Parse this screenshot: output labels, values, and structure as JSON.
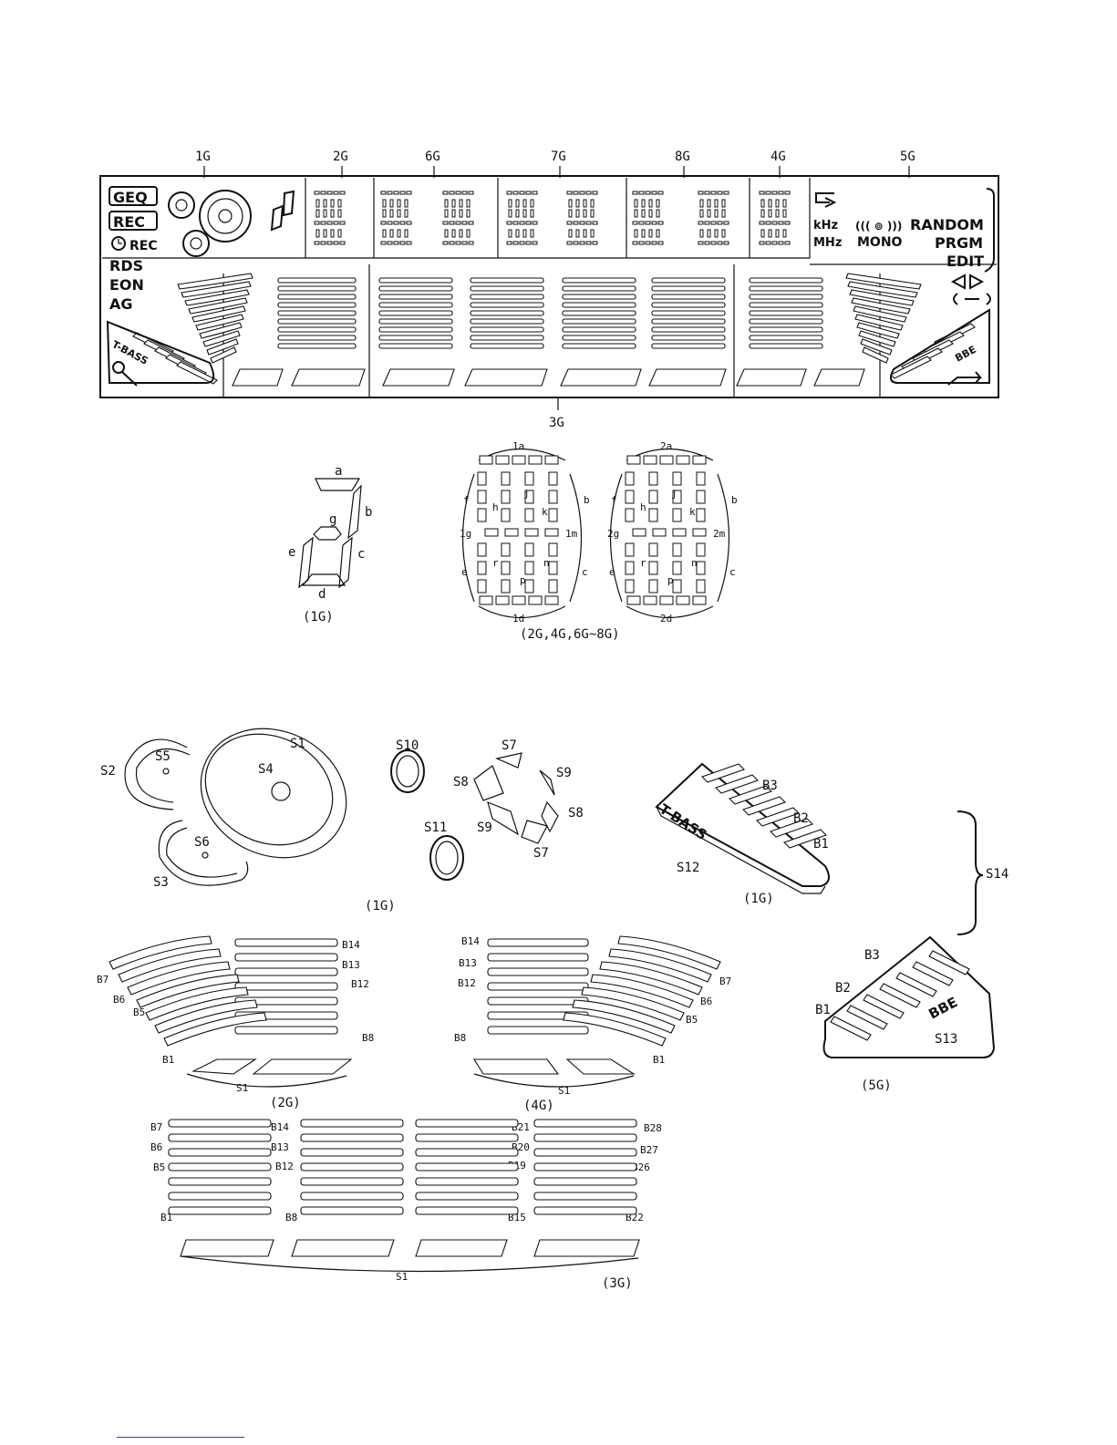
{
  "grid_labels": [
    "1G",
    "2G",
    "6G",
    "7G",
    "8G",
    "4G",
    "5G",
    "3G"
  ],
  "left_indicators": [
    "GEQ",
    "REC",
    "REC",
    "RDS",
    "EON",
    "AG"
  ],
  "tbass_label": "T-BASS",
  "bbe_label": "BBE",
  "right_indicators": {
    "khz": "kHz",
    "mhz": "MHz",
    "mono": "MONO",
    "random": "RANDOM",
    "prgm": "PRGM",
    "edit": "EDIT"
  },
  "seg_7": {
    "a": "a",
    "b": "b",
    "c": "c",
    "d": "d",
    "e": "e",
    "g": "g",
    "caption": "(1G)"
  },
  "seg_16_captions": {
    "caption": "(2G,4G,6G~8G)"
  },
  "seg_16_left": [
    "1a",
    "1d",
    "1g",
    "1m",
    "f",
    "b",
    "e",
    "c",
    "h",
    "j",
    "k",
    "r",
    "n",
    "p"
  ],
  "seg_16_right": [
    "2a",
    "2d",
    "2g",
    "2m",
    "f",
    "b",
    "e",
    "c",
    "h",
    "j",
    "k",
    "r",
    "n",
    "p"
  ],
  "speaker_labels": [
    "S1",
    "S2",
    "S3",
    "S4",
    "S5",
    "S6",
    "S10",
    "S11",
    "S7",
    "S8",
    "S9",
    "S8",
    "S9",
    "S7"
  ],
  "speaker_caption": "(1G)",
  "tbass_detail": {
    "labels": [
      "B3",
      "B2",
      "B1",
      "S12"
    ],
    "caption": "(1G)",
    "text": "T-BASS"
  },
  "bbe_detail": {
    "labels": [
      "B3",
      "B2",
      "B1",
      "S13"
    ],
    "caption": "(5G)",
    "text": "BBE"
  },
  "s14_label": "S14",
  "level_2g": {
    "labels": [
      "B14",
      "B13",
      "B12",
      "B8",
      "B7",
      "B6",
      "B5",
      "B1",
      "S1"
    ],
    "caption": "(2G)"
  },
  "level_4g": {
    "labels": [
      "B14",
      "B13",
      "B12",
      "B8",
      "B7",
      "B6",
      "B5",
      "B1",
      "S1"
    ],
    "caption": "(4G)"
  },
  "level_3g": {
    "labels": [
      "B7",
      "B6",
      "B5",
      "B1",
      "B14",
      "B13",
      "B12",
      "B8",
      "B21",
      "B20",
      "B19",
      "B15",
      "B28",
      "B27",
      "B26",
      "B22",
      "S1"
    ],
    "caption": "(3G)"
  }
}
